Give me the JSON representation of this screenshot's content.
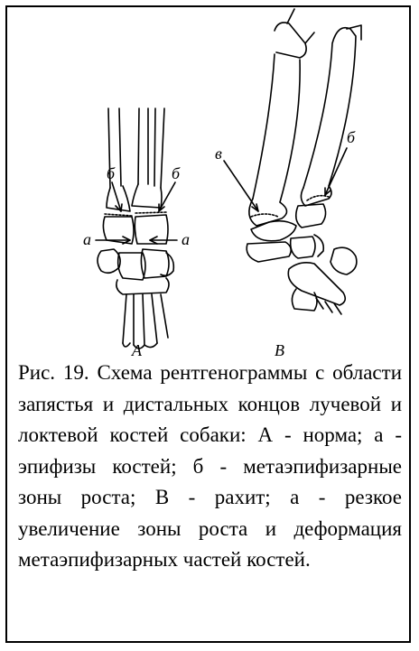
{
  "figure": {
    "labels": {
      "a_left": "а",
      "a_right": "а",
      "b_left": "б",
      "b_right": "б",
      "b_rickets": "б",
      "v_rickets": "в",
      "panel_A": "А",
      "panel_B": "В"
    }
  },
  "caption": {
    "text": "Рис. 19. Схема рентгенограммы с области запястья и дистальных концов лучевой и локтевой костей собаки: А - норма; а - эпифизы костей; б - метаэпифизарные зоны роста; В - рахит; а - резкое увеличение зоны роста и деформация метаэпифизарных частей костей."
  },
  "colors": {
    "ink": "#000000",
    "paper": "#ffffff"
  }
}
